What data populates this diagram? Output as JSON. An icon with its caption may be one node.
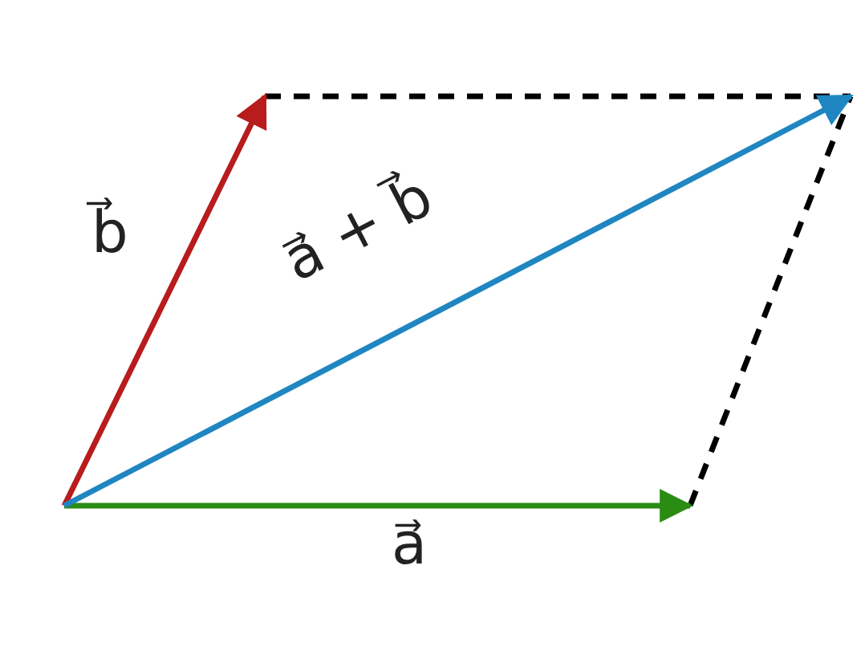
{
  "diagram": {
    "labels": [
      "b⃗",
      "a⃗ + b⃗",
      "a⃗"
    ]
  }
}
